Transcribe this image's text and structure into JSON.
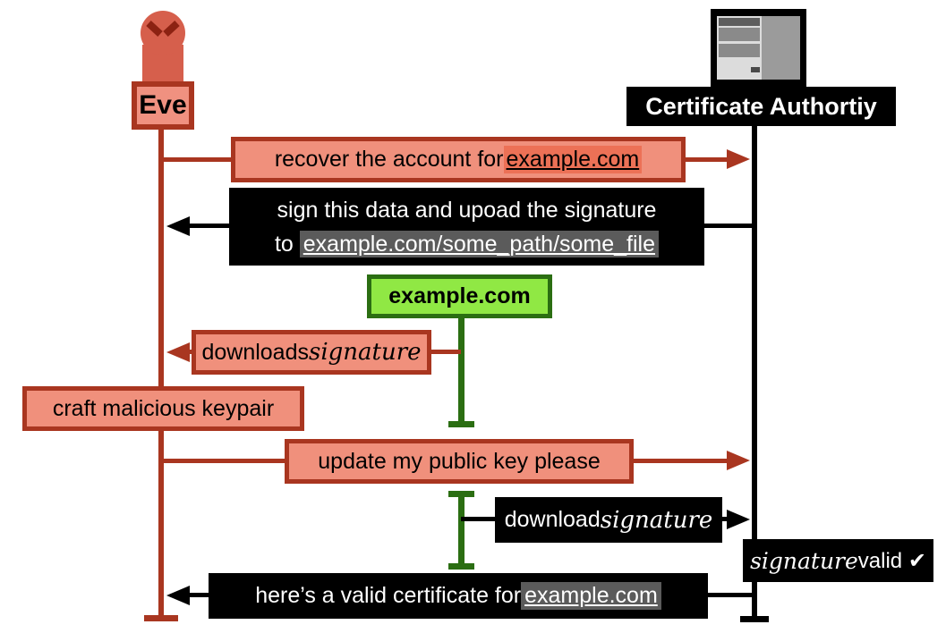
{
  "actors": {
    "eve": {
      "label": "Eve",
      "icon": "angry-person-icon"
    },
    "ca": {
      "label": "Certificate Authortiy",
      "icon": "server-icon"
    }
  },
  "site_box": {
    "label": "example.com"
  },
  "messages": {
    "recover": {
      "prefix": "recover the account for ",
      "link": "example.com"
    },
    "sign": {
      "line1": "sign this data and upoad the signature",
      "line2_prefix": "to ",
      "line2_link": "example.com/some_path/some_file"
    },
    "downloads": {
      "prefix": "downloads ",
      "script": "signature"
    },
    "craft": {
      "label": "craft malicious keypair"
    },
    "update": {
      "label": "update my public key please"
    },
    "download": {
      "prefix": "download ",
      "script": "signature"
    },
    "valid": {
      "script": "signature",
      "suffix": " valid ✔"
    },
    "certificate": {
      "prefix": "here’s a valid certificate for ",
      "link": "example.com"
    }
  },
  "colors": {
    "salmon_fill": "#F0907C",
    "salmon_highlight": "#EC7156",
    "dark_red": "#A93620",
    "figure_red": "#D65F4C",
    "eye_red": "#8C2212",
    "green_fill": "#90E844",
    "dark_green": "#2B6E12",
    "gray_highlight": "#5B5B5B",
    "black": "#000000",
    "white": "#FFFFFF"
  }
}
